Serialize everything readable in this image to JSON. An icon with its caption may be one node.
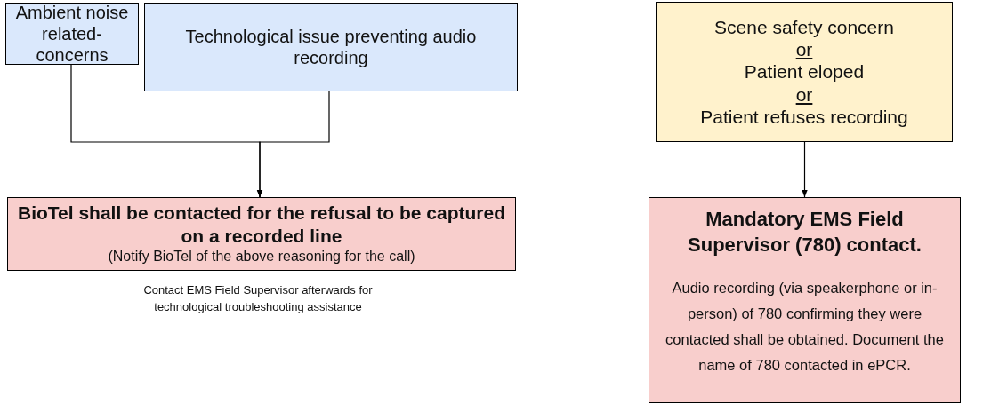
{
  "diagram": {
    "nodes": [
      {
        "text": [
          "Ambient noise related-concerns"
        ]
      },
      {
        "text": [
          "Technological issue preventing audio recording"
        ]
      },
      {
        "text": [
          "BioTel shall be contacted for the refusal to be captured on a recorded line",
          "(Notify BioTel of the above reasoning for the call)"
        ]
      },
      {
        "text": [
          "Scene safety concern",
          "or",
          "Patient eloped",
          "or",
          "Patient refuses recording"
        ]
      },
      {
        "text": [
          "Mandatory EMS Field Supervisor (780) contact.",
          "Audio recording (via speakerphone or in-person) of 780 confirming they were contacted shall be obtained. Document the name of 780 contacted in ePCR."
        ]
      }
    ],
    "edges": [
      {
        "from": 0,
        "to": 2,
        "arrow": "to"
      },
      {
        "from": 1,
        "to": 2,
        "arrow": "to"
      },
      {
        "from": 3,
        "to": 4,
        "arrow": "to"
      }
    ],
    "labels": [
      "Contact EMS Field Supervisor afterwards for technological troubleshooting assistance"
    ]
  }
}
